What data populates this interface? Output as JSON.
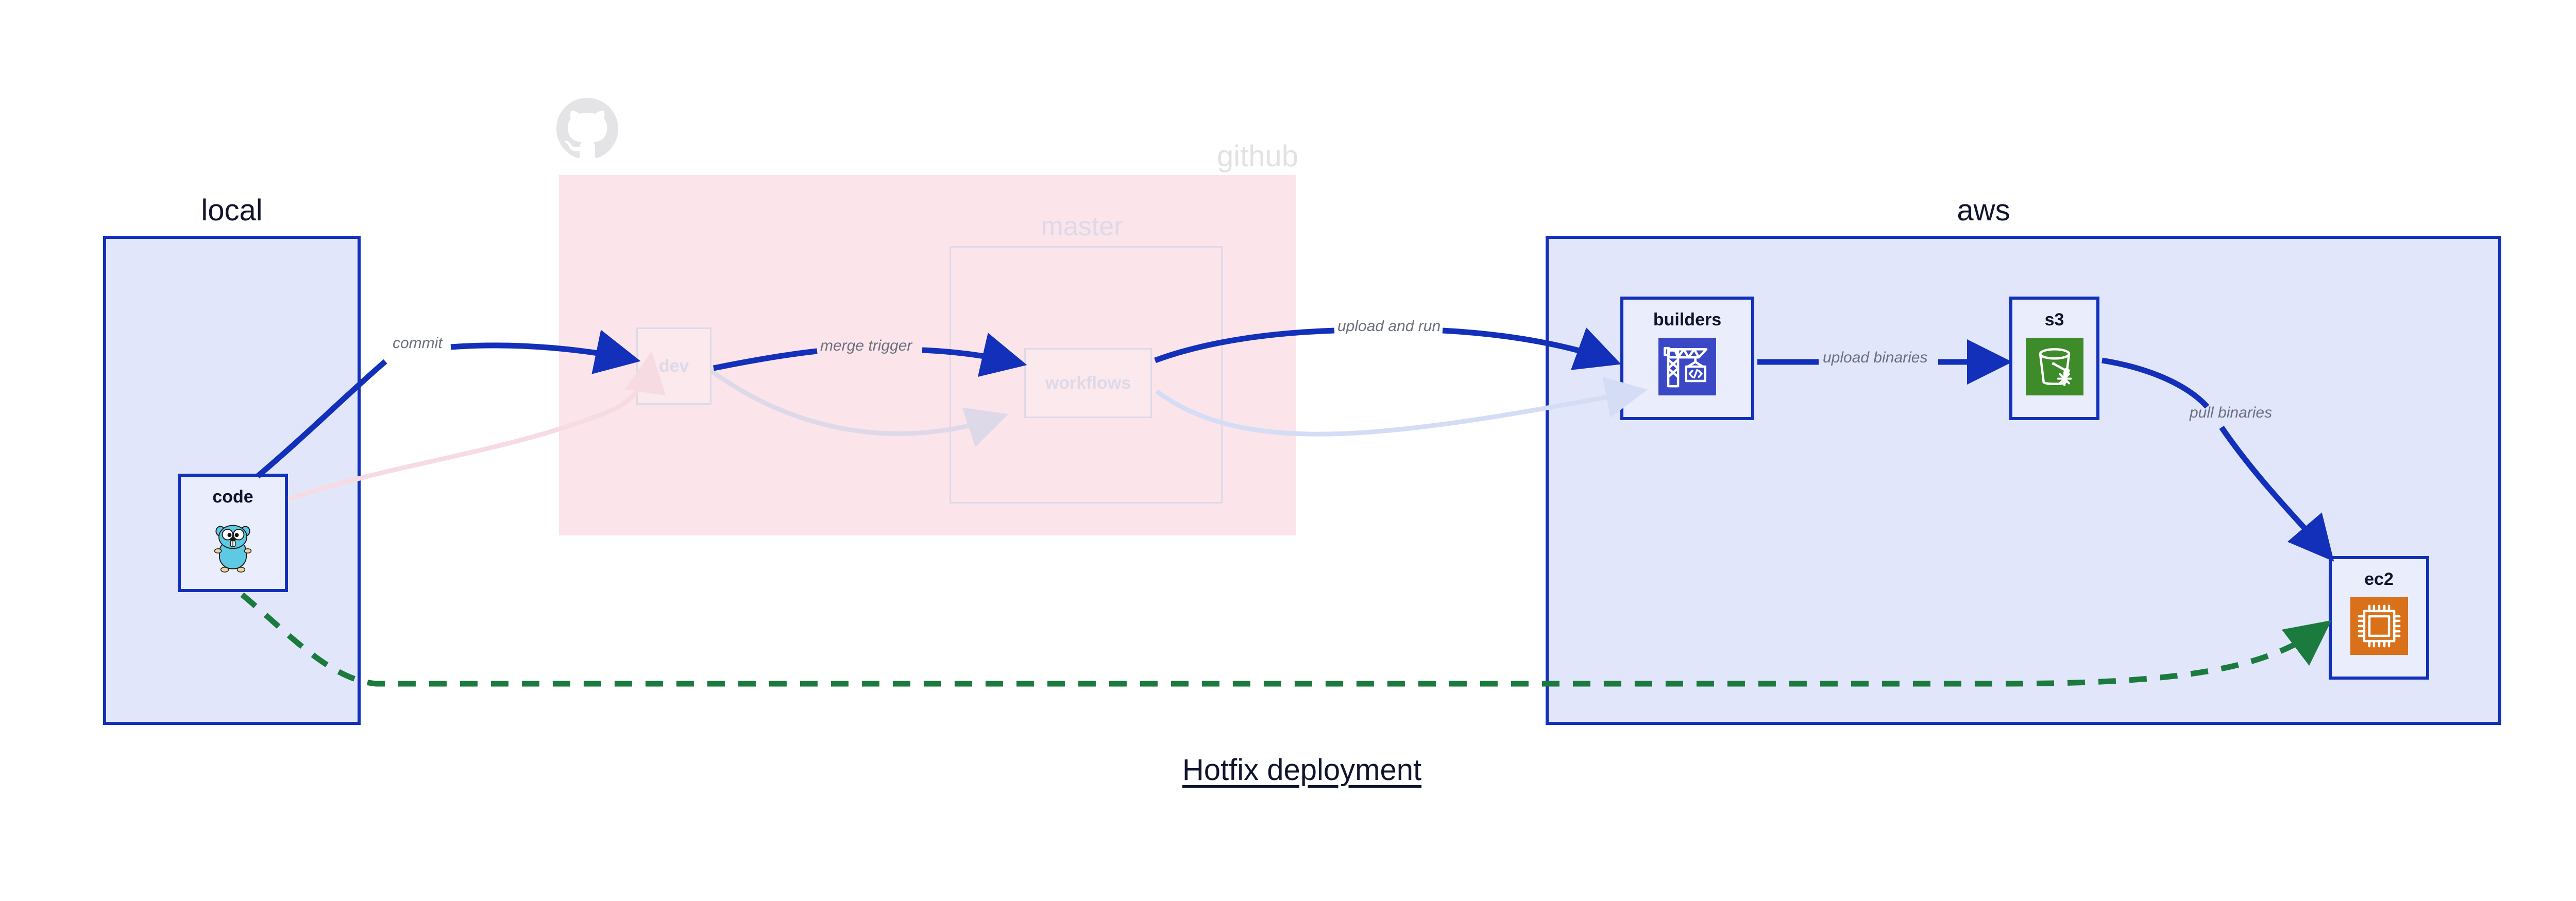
{
  "diagram": {
    "caption": "Hotfix deployment",
    "caption_underline": true,
    "background": "#ffffff",
    "accent_blue": "#1230ba",
    "accent_green": "#1b7a3e",
    "faded_pink": "#fbe4ea",
    "faded_gray": "#ded9e8",
    "label_gray": "#6b6f7e"
  },
  "groups": [
    {
      "id": "local",
      "label": "local",
      "style": "solid",
      "fill": "#e2e6fa",
      "stroke": "#1230ba"
    },
    {
      "id": "github",
      "label": "github",
      "style": "faded",
      "fill": "#fbe4ea",
      "stroke": "none",
      "logo": "github-octocat-icon"
    },
    {
      "id": "aws",
      "label": "aws",
      "style": "solid",
      "fill": "#e2e6fa",
      "stroke": "#1230ba"
    }
  ],
  "subgroups": [
    {
      "id": "master",
      "label": "master",
      "parent": "github",
      "style": "faded"
    }
  ],
  "nodes": [
    {
      "id": "code",
      "label": "code",
      "parent": "local",
      "icon": "go-gopher-icon",
      "style": "solid"
    },
    {
      "id": "dev",
      "label": "dev",
      "parent": "github",
      "icon": "none",
      "style": "faded"
    },
    {
      "id": "workflows",
      "label": "workflows",
      "parent": "master",
      "icon": "none",
      "style": "faded"
    },
    {
      "id": "builders",
      "label": "builders",
      "parent": "aws",
      "icon": "aws-crane-build-icon",
      "style": "solid"
    },
    {
      "id": "s3",
      "label": "s3",
      "parent": "aws",
      "icon": "aws-s3-bucket-icon",
      "style": "solid"
    },
    {
      "id": "ec2",
      "label": "ec2",
      "parent": "aws",
      "icon": "aws-ec2-chip-icon",
      "style": "solid"
    }
  ],
  "edges": [
    {
      "id": "commit",
      "label": "commit",
      "from": "code",
      "to": "dev",
      "style": "solid-blue",
      "state": "active"
    },
    {
      "id": "merge-trigger",
      "label": "merge trigger",
      "from": "dev",
      "to": "workflows",
      "style": "solid-blue",
      "state": "active"
    },
    {
      "id": "upload-and-run",
      "label": "upload and run",
      "from": "workflows",
      "to": "builders",
      "style": "solid-blue",
      "state": "active"
    },
    {
      "id": "upload-binaries",
      "label": "upload binaries",
      "from": "builders",
      "to": "s3",
      "style": "solid-blue",
      "state": "active"
    },
    {
      "id": "pull-binaries",
      "label": "pull binaries",
      "from": "s3",
      "to": "ec2",
      "style": "solid-blue",
      "state": "active"
    },
    {
      "id": "hotfix-direct",
      "label": "",
      "from": "code",
      "to": "ec2",
      "style": "dashed-green",
      "state": "active"
    },
    {
      "id": "faded-code-dev",
      "label": "",
      "from": "code",
      "to": "dev",
      "style": "faded-pink",
      "state": "inactive"
    },
    {
      "id": "faded-dev-wf",
      "label": "",
      "from": "dev",
      "to": "workflows",
      "style": "faded-gray",
      "state": "inactive"
    },
    {
      "id": "faded-wf-build",
      "label": "",
      "from": "workflows",
      "to": "builders",
      "style": "faded-blue",
      "state": "inactive"
    }
  ]
}
